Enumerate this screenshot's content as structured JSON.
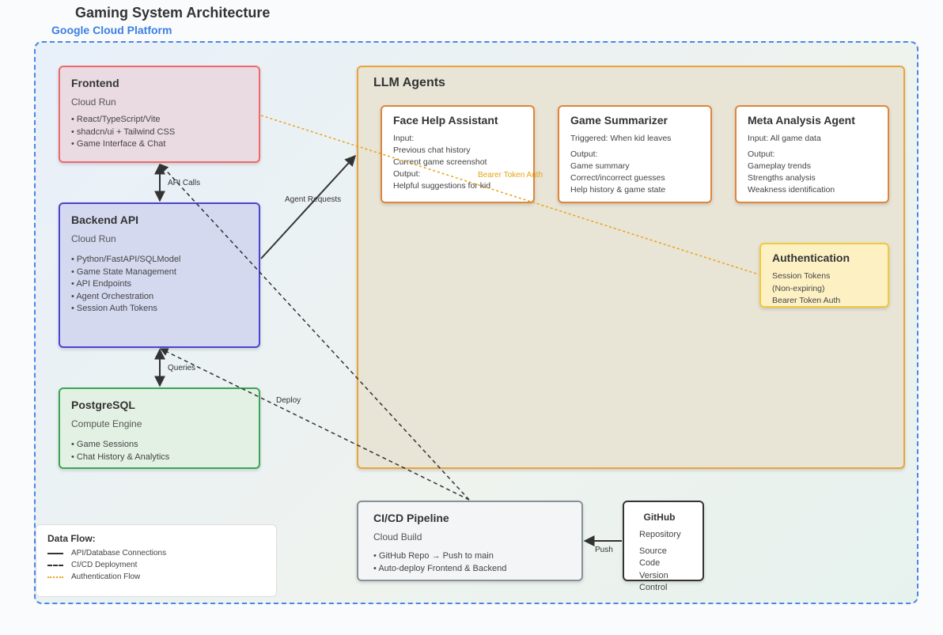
{
  "title": "Gaming System Architecture",
  "platform": "Google Cloud Platform",
  "frontend": {
    "name": "Frontend",
    "service": "Cloud Run",
    "items": [
      "React/TypeScript/Vite",
      "shadcn/ui + Tailwind CSS",
      "Game Interface & Chat"
    ]
  },
  "backend": {
    "name": "Backend API",
    "service": "Cloud Run",
    "items": [
      "Python/FastAPI/SQLModel",
      "Game State Management",
      "API Endpoints",
      "Agent Orchestration",
      "Session Auth Tokens"
    ]
  },
  "postgres": {
    "name": "PostgreSQL",
    "service": "Compute Engine",
    "items": [
      "Game Sessions",
      "Chat History & Analytics"
    ]
  },
  "llm": {
    "title": "LLM Agents",
    "face_help": {
      "name": "Face Help Assistant",
      "input_label": "Input:",
      "inputs": [
        "Previous chat history",
        "Current game screenshot"
      ],
      "output_label": "Output:",
      "outputs": [
        "Helpful suggestions for kid"
      ]
    },
    "summarizer": {
      "name": "Game Summarizer",
      "trigger": "Triggered: When kid leaves",
      "output_label": "Output:",
      "outputs": [
        "Game summary",
        "Correct/incorrect guesses",
        "Help history & game state"
      ]
    },
    "meta": {
      "name": "Meta Analysis Agent",
      "input": "Input: All game data",
      "output_label": "Output:",
      "outputs": [
        "Gameplay trends",
        "Strengths analysis",
        "Weakness identification"
      ]
    }
  },
  "auth": {
    "name": "Authentication",
    "lines": [
      "Session Tokens",
      "(Non-expiring)",
      "Bearer Token Auth"
    ]
  },
  "cicd": {
    "name": "CI/CD Pipeline",
    "service": "Cloud Build",
    "items": [
      "GitHub Repo → Push to main",
      "Auto-deploy Frontend & Backend"
    ]
  },
  "github": {
    "name": "GitHub",
    "lines": [
      "Repository",
      "Source Code",
      "Version Control"
    ]
  },
  "edges": {
    "api_calls": "API Calls",
    "queries": "Queries",
    "agent_requests": "Agent Requests",
    "deploy": "Deploy",
    "push": "Push",
    "bearer": "Bearer Token Auth"
  },
  "legend": {
    "title": "Data Flow:",
    "solid": "API/Database Connections",
    "dashed": "CI/CD Deployment",
    "dotted": "Authentication Flow"
  },
  "colors": {
    "auth_flow": "#e8a317",
    "solid": "#333333"
  }
}
